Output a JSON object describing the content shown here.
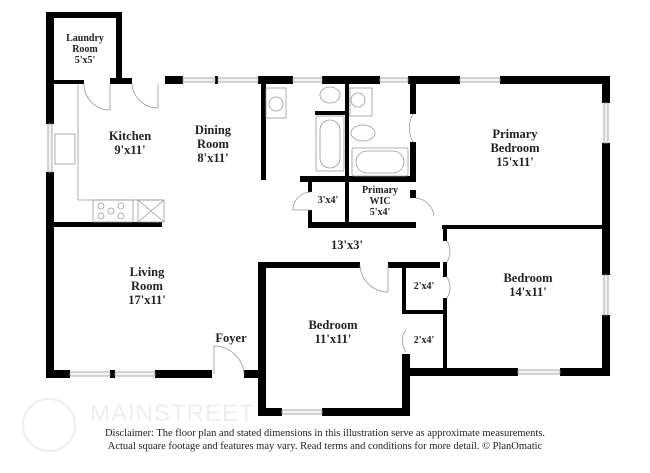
{
  "rooms": {
    "laundry": {
      "name": "Laundry Room",
      "line1": "Laundry",
      "line2": "Room",
      "dim": "5'x5'"
    },
    "kitchen": {
      "name": "Kitchen",
      "dim": "9'x11'"
    },
    "dining": {
      "line1": "Dining",
      "line2": "Room",
      "dim": "8'x11'"
    },
    "closet_hall": {
      "dim": "3'x4'"
    },
    "primary_wic": {
      "line1": "Primary",
      "line2": "WIC",
      "dim": "5'x4'"
    },
    "primary_bedroom": {
      "line1": "Primary",
      "line2": "Bedroom",
      "dim": "15'x11'"
    },
    "hall": {
      "dim": "13'x3'"
    },
    "living": {
      "line1": "Living",
      "line2": "Room",
      "dim": "17'x11'"
    },
    "bedroom_2": {
      "name": "Bedroom",
      "dim": "14'x11'"
    },
    "closet_2": {
      "dim": "2'x4'"
    },
    "closet_3": {
      "dim": "2'x4'"
    },
    "bedroom_3": {
      "name": "Bedroom",
      "dim": "11'x11'"
    },
    "foyer": {
      "name": "Foyer"
    }
  },
  "disclaimer": {
    "line1": "Disclaimer: The floor plan and stated dimensions in this illustration serve as approximate measurements.",
    "line2": "Actual square footage and features may vary. Read terms and conditions for more detail. © PlanOmatic"
  },
  "watermark": {
    "text": "MAINSTREET"
  },
  "colors": {
    "wall": "#000000",
    "fixture": "#999999",
    "window": "#dddddd"
  }
}
